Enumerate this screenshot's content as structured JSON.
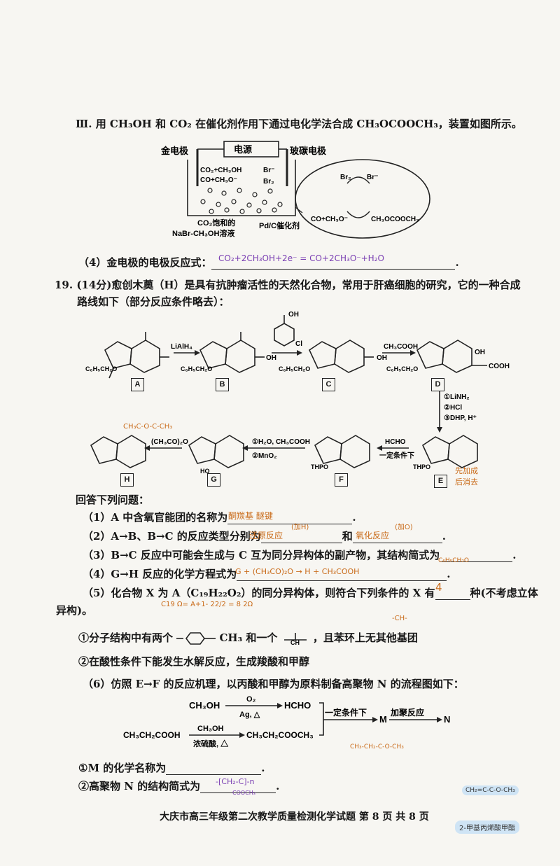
{
  "section3": {
    "title": "Ⅲ. 用 CH₃OH 和 CO₂ 在催化剂作用下通过电化学法合成 CH₃OCOOCH₃，装置如图所示。",
    "diagram": {
      "gold_electrode": "金电极",
      "power_source": "电源",
      "glassy_carbon": "玻碳电极",
      "eq_left1": "CO₂+CH₃OH",
      "eq_left2": "CO+CH₃O⁻",
      "br_minus": "Br⁻",
      "br2": "Br₂",
      "solution": "CO₂饱和的",
      "solution2": "NaBr-CH₃OH溶液",
      "catalyst": "Pd/C催化剂",
      "circle_br2": "Br₂",
      "circle_brm": "Br⁻",
      "circle_left": "CO+CH₃O⁻",
      "circle_right": "CH₃OCOOCH₃"
    },
    "q4": "（4）金电极的电极反应式：",
    "q4_answer": "CO₂+2CH₃OH+2e⁻ = CO+2CH₃O⁻+H₂O"
  },
  "q19": {
    "intro1": "19. (14分)愈创木薁（H）是具有抗肿瘤活性的天然化合物，常用于肝癌细胞的研究，它的一种合成",
    "intro2": "路线如下（部分反应条件略去）：",
    "reagents": {
      "ab": "LiAlH₄",
      "cd": "CH₃COOH",
      "de1": "①LiNH₂",
      "de2": "②HCl",
      "de3": "③DHP, H⁺",
      "ef1": "HCHO",
      "ef2": "一定条件下",
      "fg1": "①H₂O, CH₃COOH",
      "fg2": "②MnO₂",
      "gh": "(CH₃CO)₂O",
      "acid_oh": "OH",
      "cl": "Cl",
      "sub_a": "C₆H₅CH₂O",
      "oh": "OH",
      "cooh": "COOH",
      "thpo": "THPO",
      "ho": "HO"
    },
    "labels": [
      "A",
      "B",
      "C",
      "D",
      "E",
      "F",
      "G",
      "H"
    ],
    "hw_anhydride": "CH₃C-O-C-CH₃",
    "hw_note": "先加成\n后消去",
    "answer_header": "回答下列问题：",
    "q1": "（1）A 中含氧官能团的名称为",
    "q1_answer": "酮羰基  醚键",
    "q2": "（2）A→B、B→C 的反应类型分别为",
    "q2_answer1": "还原反应",
    "q2_hint1": "(加H)",
    "q2_and": "和",
    "q2_answer2": "氧化反应",
    "q2_hint2": "(加O)",
    "q3": "（3）B→C 反应中可能会生成与 C 互为同分异构体的副产物，其结构简式为",
    "q3_hw": "C₆H₅CH₂O",
    "q4": "（4）G→H 反应的化学方程式为",
    "q4_answer": "G + (CH₃CO)₂O → H + CH₃COOH",
    "q5a": "（5）化合物 X 为 A（C₁₉H₂₂O₂）的同分异构体，则符合下列条件的 X 有",
    "q5_answer": "4",
    "q5b": "种(不考虑立体",
    "q5c": "异构)。",
    "q5_hw1": "C19  Ω= A+1- 22/2 = 8  2Ω",
    "q5_hw2": "-CH-",
    "cond1": "①分子结构中有两个",
    "cond1b": "CH₃ 和一个",
    "cond1c": "，且苯环上无其他基团",
    "cond2": "②在酸性条件下能发生水解反应，生成羧酸和甲醇",
    "q6": "（6）仿照 E→F 的反应机理，以丙酸和甲醇为原料制备高聚物 N 的流程图如下：",
    "flow": {
      "ch3oh": "CH₃OH",
      "o2": "O₂",
      "ag": "Ag, △",
      "hcho": "HCHO",
      "cond": "一定条件下",
      "m": "M",
      "addpoly": "加聚反应",
      "n": "N",
      "propanoic": "CH₃CH₂COOH",
      "ch3oh2": "CH₃OH",
      "h2so4": "浓硫酸, △",
      "ester": "CH₃CH₂COOCH₃"
    },
    "m_name": "①M 的化学名称为",
    "n_struct": "②高聚物 N 的结构简式为",
    "n_hw": "-[CH₂-C]-n",
    "n_hw_sub": "COOCH₃",
    "hw_ester": "CH₃-CH₂-C-O-CH₃",
    "hw_m": "CH₂=C-C-O-CH₃",
    "hw_m_name": "2-甲基丙烯酸甲酯"
  },
  "footer": "大庆市高三年级第二次教学质量检测化学试题   第 8 页 共 8 页"
}
